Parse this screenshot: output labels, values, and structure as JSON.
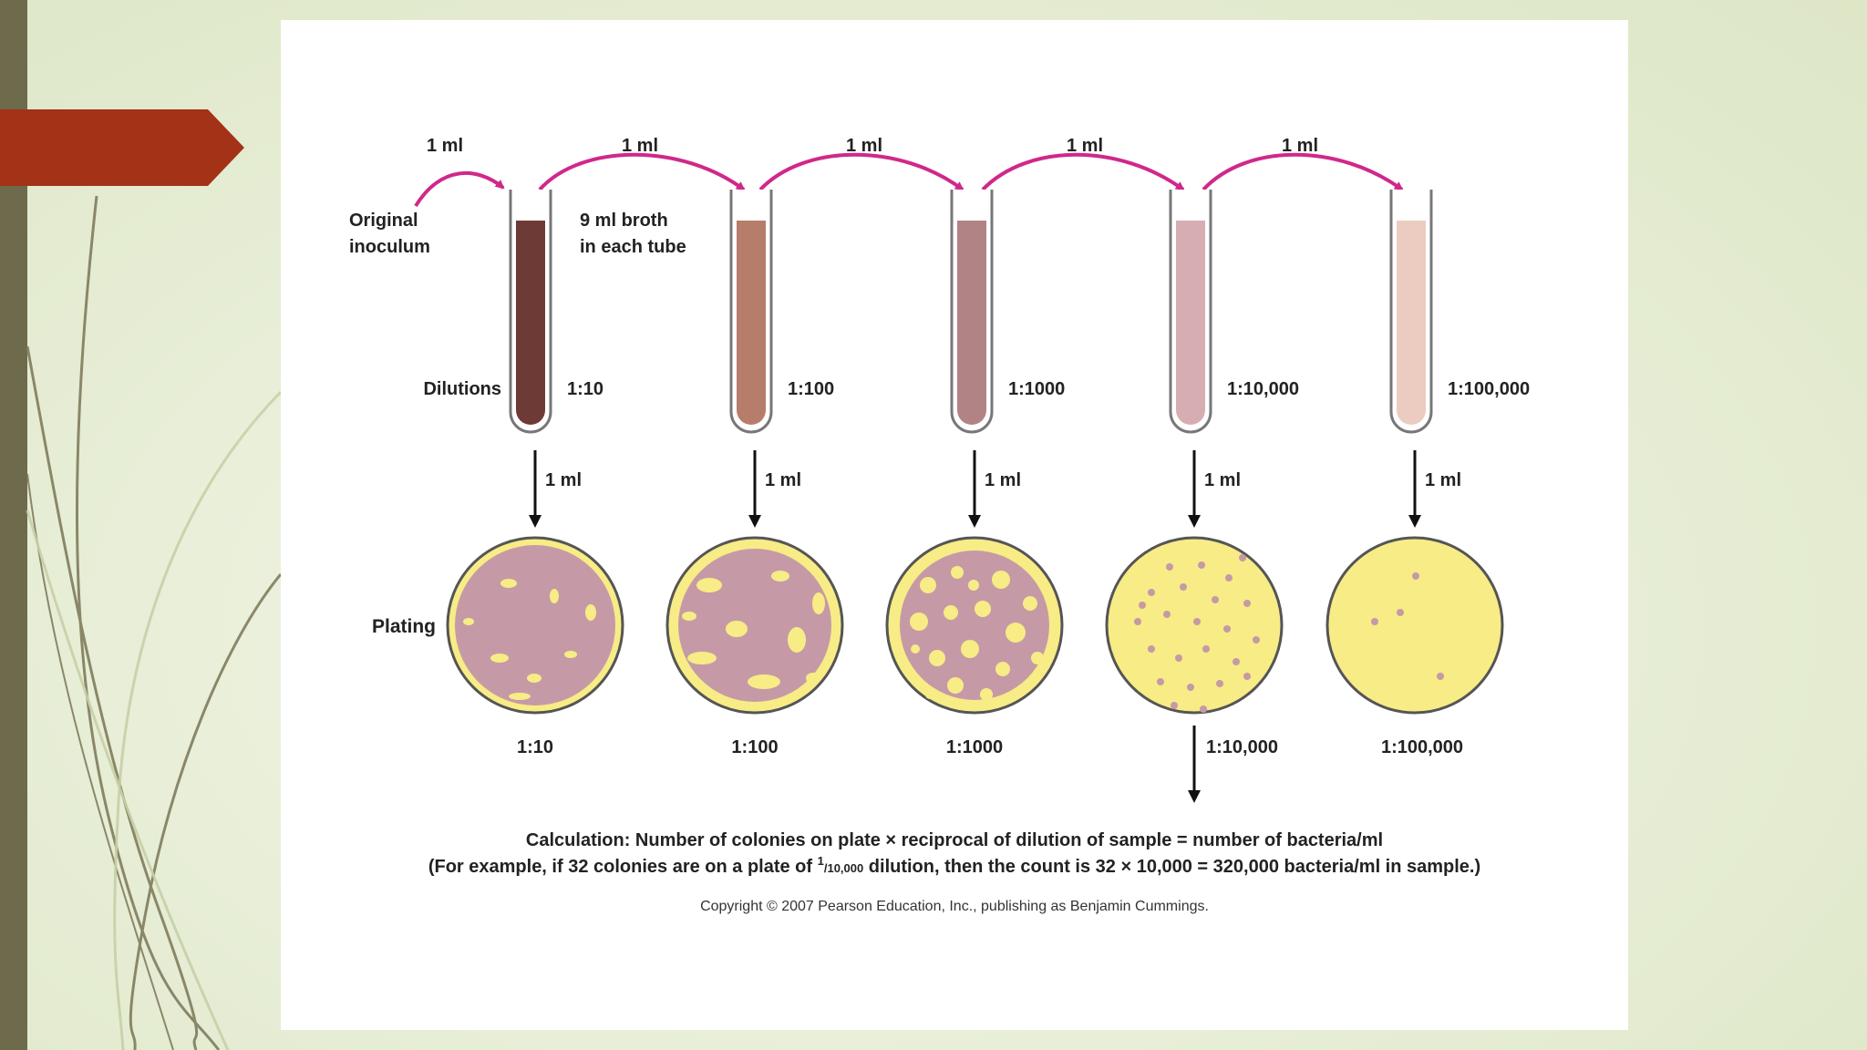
{
  "colors": {
    "accent_red": "#a33216",
    "left_bar": "#6e6a4c",
    "transfer_arrow": "#d0288a",
    "agar": "#f7ec86",
    "colony": "#c59aa6"
  },
  "tubes": [
    {
      "transfer": "1 ml",
      "dilution": "1:10",
      "plating_volume": "1 ml",
      "plate_label": "1:10",
      "fill": "#6e3a36"
    },
    {
      "transfer": "1 ml",
      "dilution": "1:100",
      "plating_volume": "1 ml",
      "plate_label": "1:100",
      "fill": "#b77d6b"
    },
    {
      "transfer": "1 ml",
      "dilution": "1:1000",
      "plating_volume": "1 ml",
      "plate_label": "1:1000",
      "fill": "#b28385"
    },
    {
      "transfer": "1 ml",
      "dilution": "1:10,000",
      "plating_volume": "1 ml",
      "plate_label": "1:10,000",
      "fill": "#d6aeb2"
    },
    {
      "transfer": "1 ml",
      "dilution": "1:100,000",
      "plating_volume": "1 ml",
      "plate_label": "1:100,000",
      "fill": "#ecccc0"
    }
  ],
  "labels": {
    "original_line1": "Original",
    "original_line2": "inoculum",
    "broth_line1": "9 ml broth",
    "broth_line2": "in each tube",
    "dilutions": "Dilutions",
    "plating": "Plating"
  },
  "calculation": {
    "line1": "Calculation: Number of colonies on plate × reciprocal of dilution of sample = number of bacteria/ml",
    "line2_pre": "(For example, if 32 colonies are on a plate of ",
    "line2_sup": "1",
    "line2_sub": "/10,000",
    "line2_post": " dilution, then the count is 32 × 10,000 = 320,000 bacteria/ml in sample.)"
  },
  "copyright": "Copyright © 2007 Pearson Education, Inc., publishing as Benjamin Cummings."
}
